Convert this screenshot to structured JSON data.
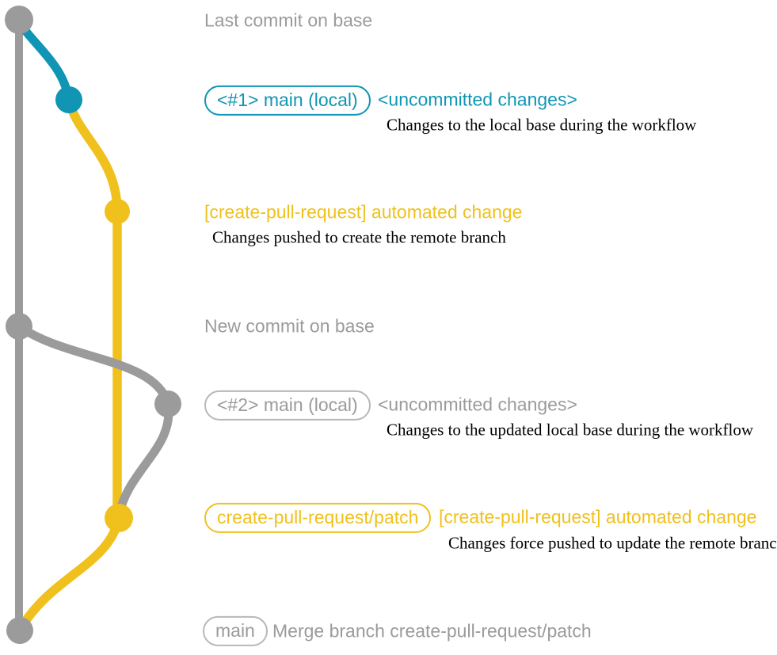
{
  "diagram": {
    "type": "git-branch-workflow-diagram",
    "colors": {
      "base_gray": "#9b9b9b",
      "local_blue": "#1095b5",
      "remote_yellow": "#f0c11d",
      "description_text": "#000000",
      "background": "#ffffff"
    },
    "rows": {
      "last_commit": {
        "label": "Last commit on base"
      },
      "commit1": {
        "badge": "<#1> main (local)",
        "title": "<uncommitted changes>",
        "desc": "Changes to the local base during the workflow"
      },
      "automated1": {
        "title": "[create-pull-request] automated change",
        "desc": "Changes pushed to create the remote branch"
      },
      "new_commit": {
        "label": "New commit on base"
      },
      "commit2": {
        "badge": "<#2> main (local)",
        "title": "<uncommitted changes>",
        "desc": "Changes to the updated local base during the workflow"
      },
      "automated2": {
        "badge": "create-pull-request/patch",
        "title": "[create-pull-request] automated change",
        "desc": "Changes force pushed to update the remote branch"
      },
      "merge": {
        "badge": "main",
        "label": "Merge branch create-pull-request/patch"
      }
    },
    "graph": {
      "nodes": [
        "last-commit-on-base",
        "local-main-commit-1",
        "remote-branch-commit-1",
        "new-commit-on-base",
        "local-main-commit-2",
        "remote-branch-commit-2",
        "merge-commit"
      ]
    }
  }
}
